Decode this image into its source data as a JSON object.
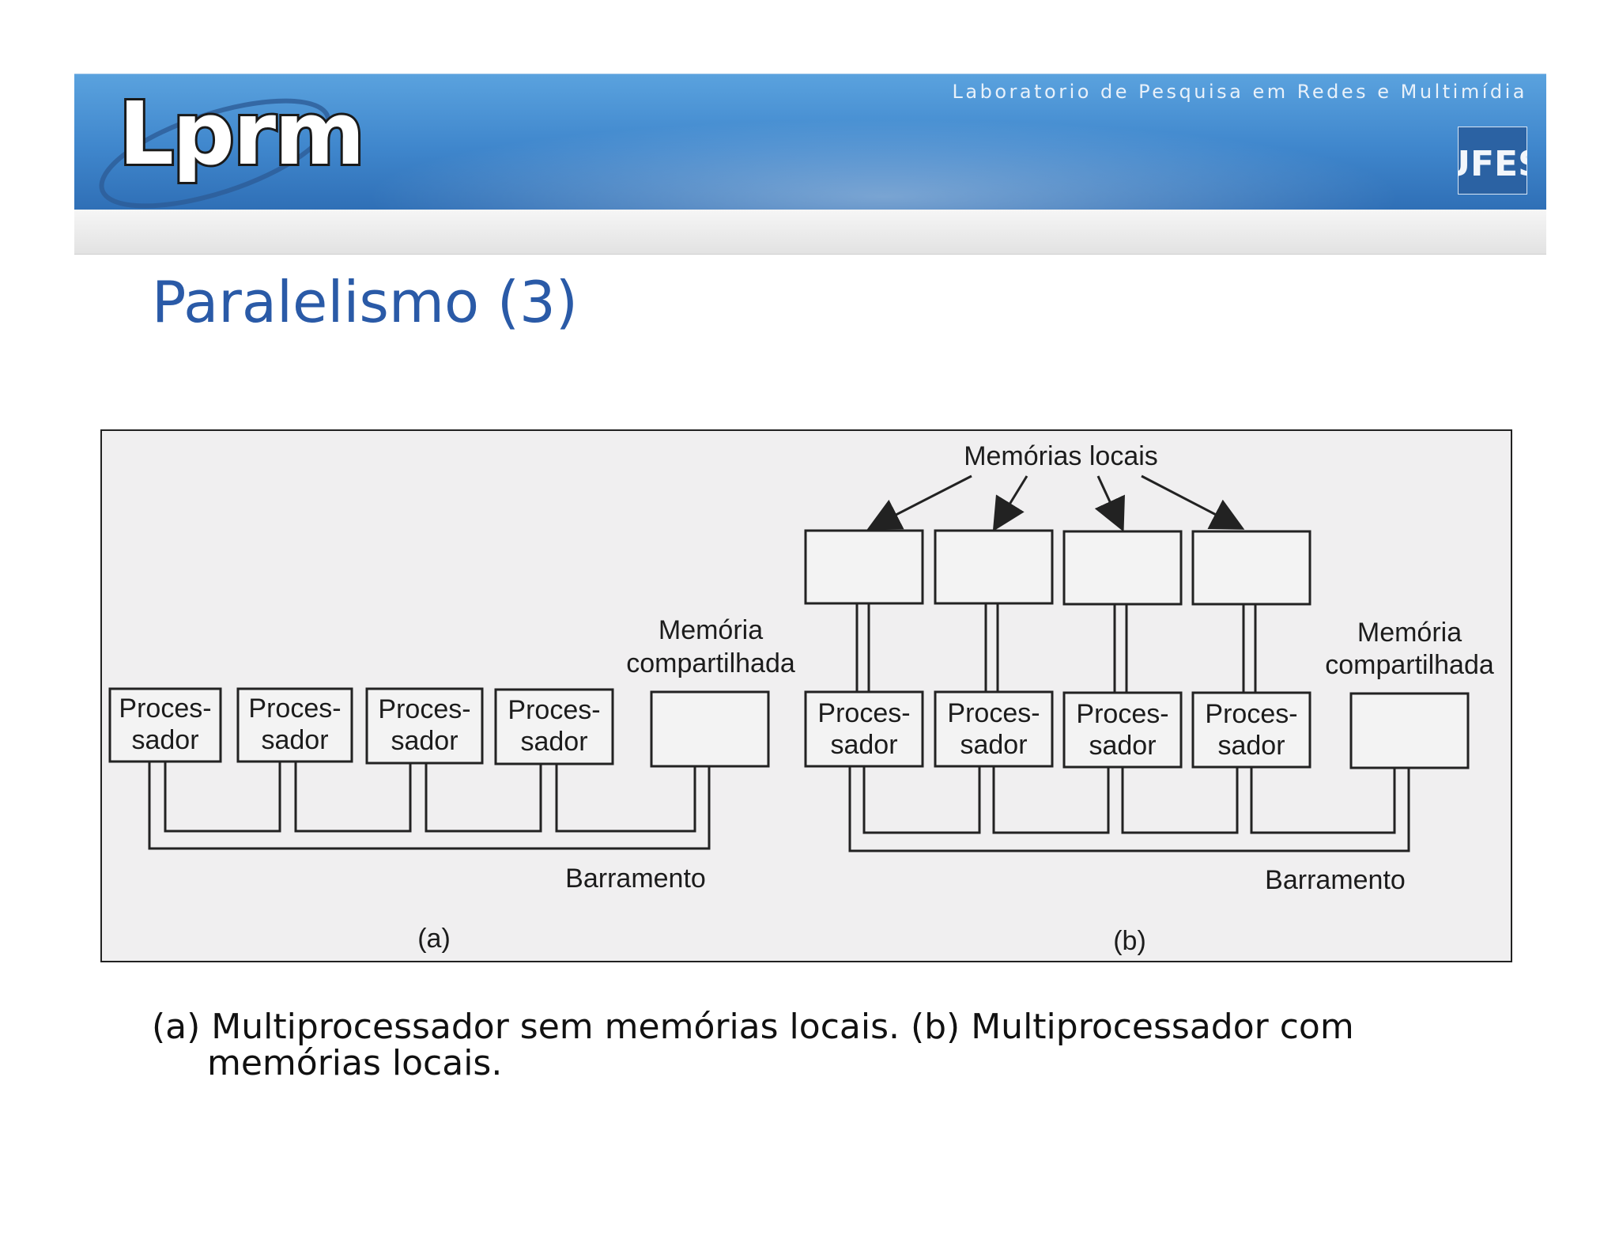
{
  "header": {
    "lab_name": "Laboratorio de Pesquisa em Redes e Multimídia",
    "logo_text": "Lprm",
    "brand_color": "#3f86cc",
    "ufes_logo": "UFES"
  },
  "slide": {
    "title": "Paralelismo (3)",
    "title_color": "#2a5aa7"
  },
  "figure": {
    "part_a": {
      "label": "(a)",
      "processor_label_line1": "Proces-",
      "processor_label_line2": "sador",
      "shared_memory_line1": "Memória",
      "shared_memory_line2": "compartilhada",
      "bus_label": "Barramento"
    },
    "part_b": {
      "label": "(b)",
      "local_memories_label": "Memórias locais",
      "processor_label_line1": "Proces-",
      "processor_label_line2": "sador",
      "shared_memory_line1": "Memória",
      "shared_memory_line2": "compartilhada",
      "bus_label": "Barramento"
    }
  },
  "caption": {
    "line1": "(a) Multiprocessador sem memórias locais. (b) Multiprocessador com",
    "line2": "memórias locais."
  }
}
